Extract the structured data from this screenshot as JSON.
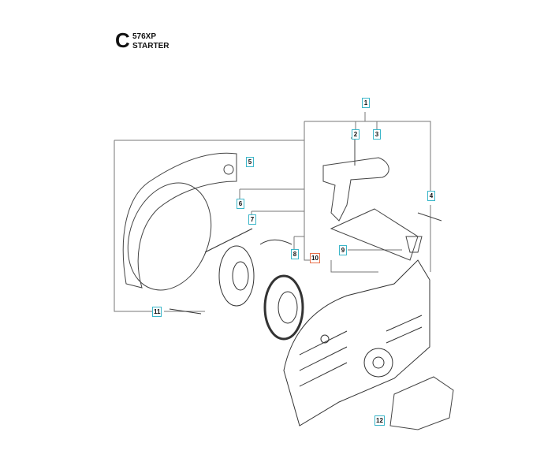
{
  "header": {
    "section": "C",
    "model": "576XP",
    "title": "STARTER"
  },
  "callouts": [
    {
      "id": "1",
      "accent": "#3bb6c9"
    },
    {
      "id": "2",
      "accent": "#3bb6c9"
    },
    {
      "id": "3",
      "accent": "#3bb6c9"
    },
    {
      "id": "4",
      "accent": "#3bb6c9"
    },
    {
      "id": "5",
      "accent": "#3bb6c9"
    },
    {
      "id": "6",
      "accent": "#3bb6c9"
    },
    {
      "id": "7",
      "accent": "#3bb6c9"
    },
    {
      "id": "8",
      "accent": "#3bb6c9"
    },
    {
      "id": "9",
      "accent": "#3bb6c9"
    },
    {
      "id": "10",
      "accent": "#e8704a"
    },
    {
      "id": "11",
      "accent": "#3bb6c9"
    },
    {
      "id": "12",
      "accent": "#3bb6c9"
    }
  ]
}
